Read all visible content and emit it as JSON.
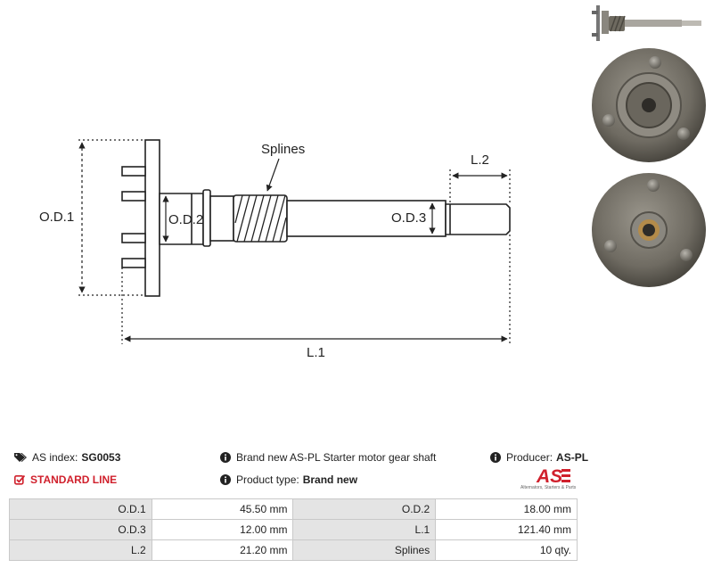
{
  "drawing": {
    "labels": {
      "od1": "O.D.1",
      "od2": "O.D.2",
      "od3": "O.D.3",
      "l1": "L.1",
      "l2": "L.2",
      "splines": "Splines"
    }
  },
  "info": {
    "as_index_label": "AS index:",
    "as_index_value": "SG0053",
    "standard_line": "STANDARD LINE",
    "description": "Brand new AS-PL Starter motor gear shaft",
    "product_type_label": "Product type:",
    "product_type_value": "Brand new",
    "producer_label": "Producer:",
    "producer_value": "AS-PL",
    "logo_text": "AS",
    "logo_tagline": "Alternators, Starters & Parts"
  },
  "specs": {
    "rows": [
      [
        {
          "label": "O.D.1",
          "value": "45.50 mm"
        },
        {
          "label": "O.D.2",
          "value": "18.00 mm"
        }
      ],
      [
        {
          "label": "O.D.3",
          "value": "12.00 mm"
        },
        {
          "label": "L.1",
          "value": "121.40 mm"
        }
      ],
      [
        {
          "label": "L.2",
          "value": "21.20 mm"
        },
        {
          "label": "Splines",
          "value": "10 qty."
        }
      ]
    ]
  },
  "colors": {
    "accent_red": "#d0202c",
    "label_cell": "#e4e4e4",
    "metal": "#7d7a72"
  }
}
